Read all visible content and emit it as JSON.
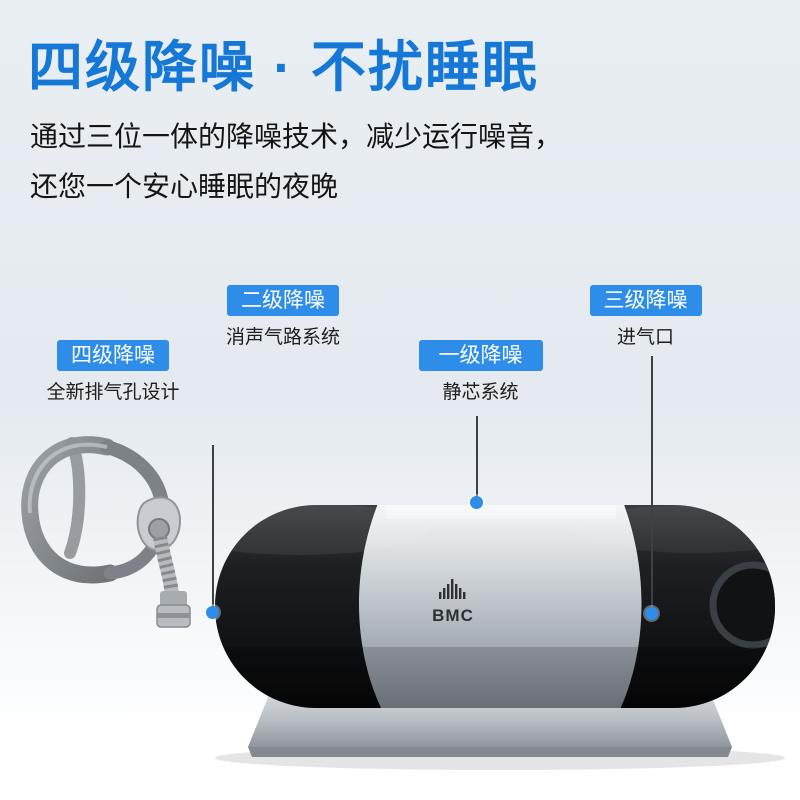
{
  "banner": {
    "title": "四级降噪 · 不扰睡眠",
    "subtitle_lines": [
      "通过三位一体的降噪技术，减少运行噪音，",
      "还您一个安心睡眠的夜晚"
    ]
  },
  "callouts": {
    "level1": {
      "label": "一级降噪",
      "desc": "静芯系统"
    },
    "level2": {
      "label": "二级降噪",
      "desc": "消声气路系统"
    },
    "level3": {
      "label": "三级降噪",
      "desc": "进气口"
    },
    "level4": {
      "label": "四级降噪",
      "desc": "全新排气孔设计"
    }
  },
  "device": {
    "brand": "BMC"
  },
  "colors": {
    "title_blue": "#1678d6",
    "badge_blue": "#2d8de8",
    "dot_blue": "#2d8de8",
    "line_gray": "#3c4146"
  }
}
